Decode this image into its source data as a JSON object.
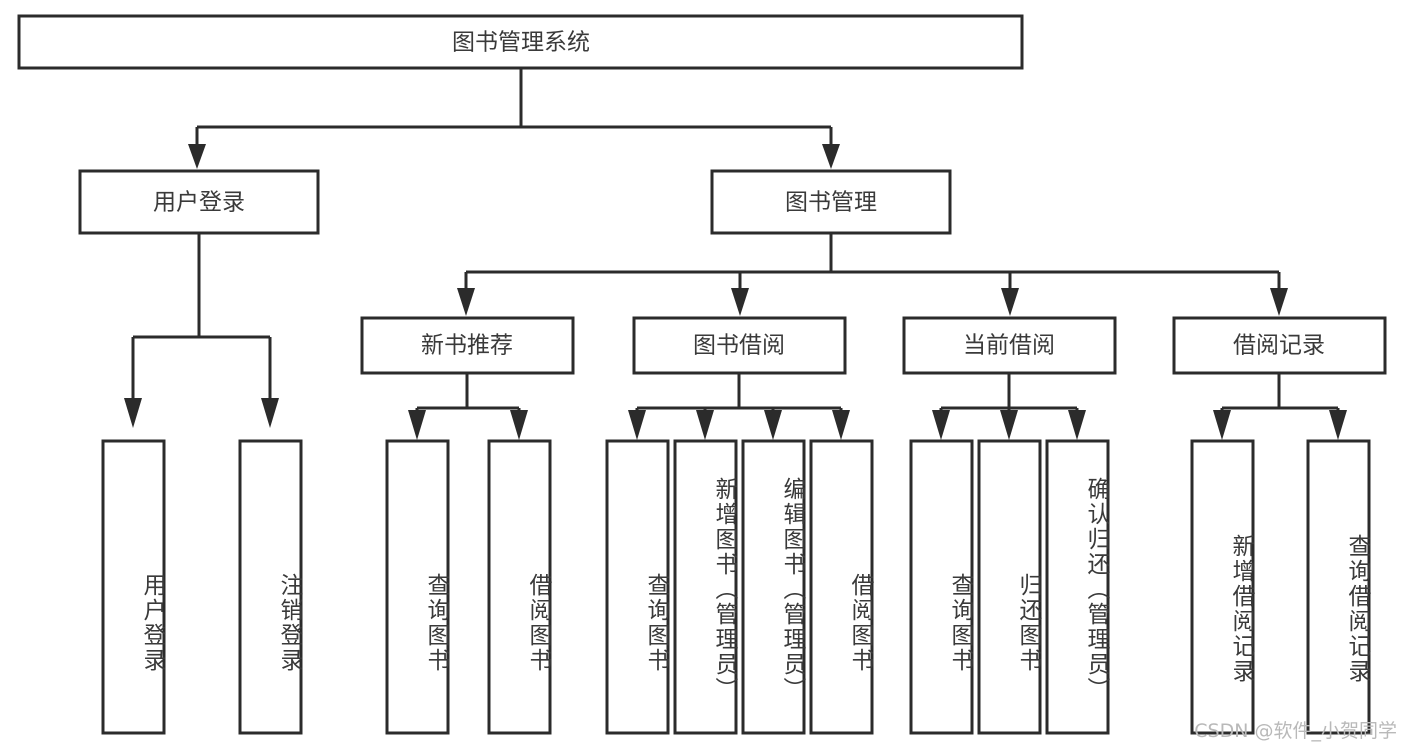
{
  "diagram": {
    "title": "图书管理系统",
    "type": "tree-hierarchy",
    "colors": {
      "background": "#ffffff",
      "box_stroke": "#2b2b2b",
      "box_fill": "#ffffff",
      "text": "#3a3a3a",
      "watermark": "#b9b9b9"
    },
    "root": {
      "label": "图书管理系统"
    },
    "level2": [
      {
        "label": "用户登录"
      },
      {
        "label": "图书管理"
      }
    ],
    "level3": [
      {
        "label": "新书推荐"
      },
      {
        "label": "图书借阅"
      },
      {
        "label": "当前借阅"
      },
      {
        "label": "借阅记录"
      }
    ],
    "leaves": {
      "user_login": [
        {
          "label": "用户登录"
        },
        {
          "label": "注销登录"
        }
      ],
      "new_book_recommend": [
        {
          "label": "查询图书"
        },
        {
          "label": "借阅图书"
        }
      ],
      "book_borrow": [
        {
          "label": "查询图书"
        },
        {
          "label": "新增图书（管理员）"
        },
        {
          "label": "编辑图书（管理员）"
        },
        {
          "label": "借阅图书"
        }
      ],
      "current_borrow": [
        {
          "label": "查询图书"
        },
        {
          "label": "归还图书"
        },
        {
          "label": "确认归还（管理员）"
        }
      ],
      "borrow_record": [
        {
          "label": "新增借阅记录"
        },
        {
          "label": "查询借阅记录"
        }
      ]
    }
  },
  "watermark": {
    "text": "CSDN @软件_小贺同学"
  }
}
